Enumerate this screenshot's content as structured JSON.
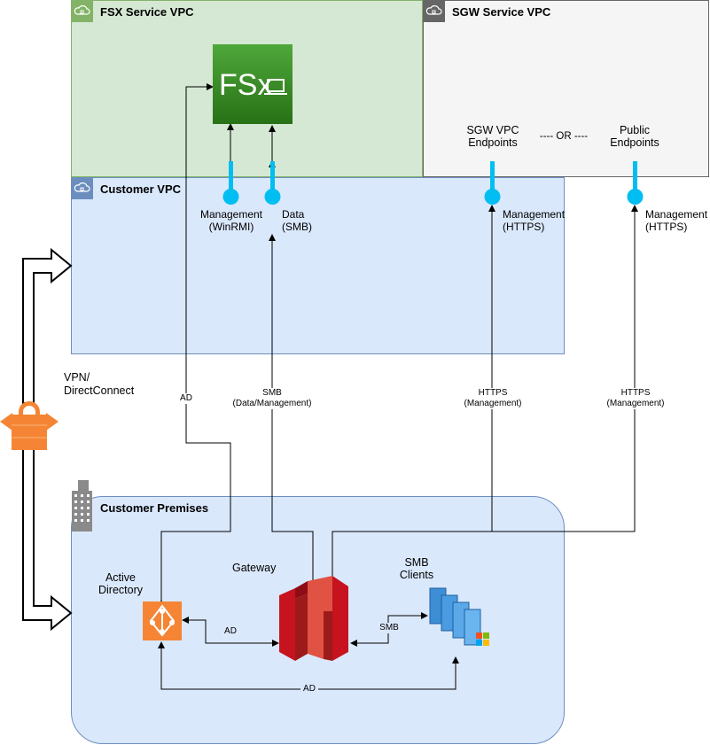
{
  "groups": {
    "fsx_vpc": "FSX Service VPC",
    "sgw_vpc": "SGW Service VPC",
    "customer_vpc": "Customer VPC",
    "customer_premises": "Customer Premises"
  },
  "nodes": {
    "fsx_logo_text": "FSx",
    "sgw_vpc_endpoints": "SGW VPC\nEndpoints",
    "or_text": "---- OR ----",
    "public_endpoints": "Public\nEndpoints",
    "vpn": "VPN/\nDirectConnect",
    "active_directory": "Active\nDirectory",
    "gateway": "Gateway",
    "smb_clients": "SMB\nClients"
  },
  "endpoint_labels": {
    "management_winrm": "Management\n(WinRMI)",
    "data_smb": "Data\n(SMB)",
    "management_https_1": "Management\n(HTTPS)",
    "management_https_2": "Management\n(HTTPS)"
  },
  "edges": {
    "ad_vertical": "AD",
    "smb_data_mgmt": "SMB\n(Data/Management)",
    "https_mgmt_1": "HTTPS\n(Management)",
    "https_mgmt_2": "HTTPS\n(Management)",
    "ad_gateway": "AD",
    "smb_clients_link": "SMB",
    "ad_bottom": "AD"
  },
  "colors": {
    "fsx_fill": "#d5e8d4",
    "fsx_stroke": "#82b366",
    "sgw_fill": "#f5f5f5",
    "sgw_stroke": "#666666",
    "customer_fill": "#dae8fc",
    "customer_stroke": "#6c8ebf",
    "endpoint": "#00bef2",
    "orange": "#f58534",
    "gateway_red": "#c7131f"
  }
}
